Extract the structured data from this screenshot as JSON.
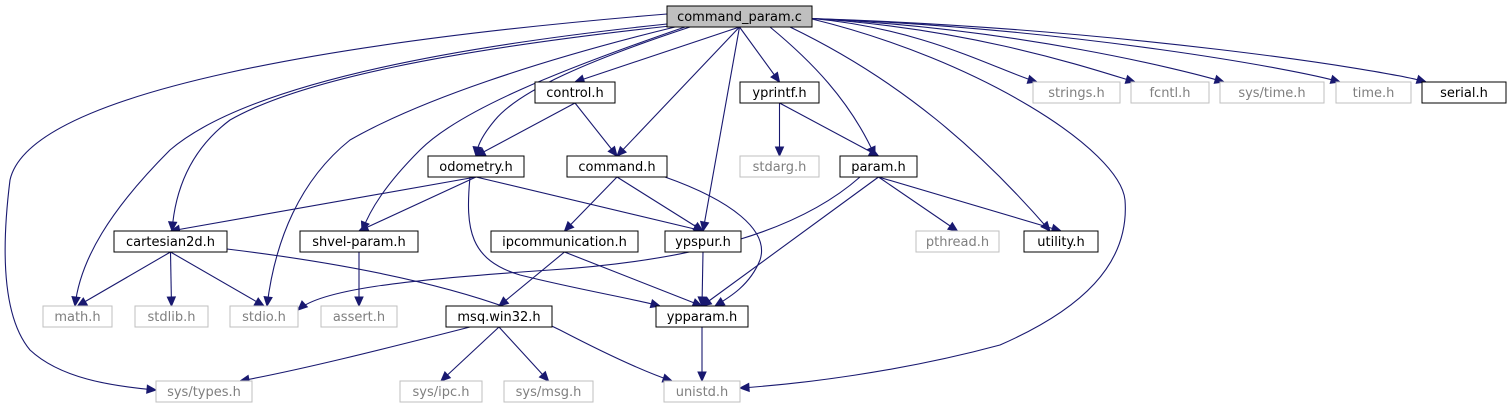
{
  "graph": {
    "nodes": [
      {
        "id": "command_param",
        "label": "command_param.c",
        "kind": "root"
      },
      {
        "id": "control",
        "label": "control.h",
        "kind": "doc"
      },
      {
        "id": "yprintf",
        "label": "yprintf.h",
        "kind": "doc"
      },
      {
        "id": "strings",
        "label": "strings.h",
        "kind": "sys"
      },
      {
        "id": "fcntl",
        "label": "fcntl.h",
        "kind": "sys"
      },
      {
        "id": "systime",
        "label": "sys/time.h",
        "kind": "sys"
      },
      {
        "id": "time",
        "label": "time.h",
        "kind": "sys"
      },
      {
        "id": "serial",
        "label": "serial.h",
        "kind": "doc"
      },
      {
        "id": "odometry",
        "label": "odometry.h",
        "kind": "doc"
      },
      {
        "id": "command",
        "label": "command.h",
        "kind": "doc"
      },
      {
        "id": "stdarg",
        "label": "stdarg.h",
        "kind": "sys"
      },
      {
        "id": "param",
        "label": "param.h",
        "kind": "doc"
      },
      {
        "id": "cartesian2d",
        "label": "cartesian2d.h",
        "kind": "doc"
      },
      {
        "id": "shvelparam",
        "label": "shvel-param.h",
        "kind": "doc"
      },
      {
        "id": "ipcommunication",
        "label": "ipcommunication.h",
        "kind": "doc"
      },
      {
        "id": "ypspur",
        "label": "ypspur.h",
        "kind": "doc"
      },
      {
        "id": "pthread",
        "label": "pthread.h",
        "kind": "sys"
      },
      {
        "id": "utility",
        "label": "utility.h",
        "kind": "doc"
      },
      {
        "id": "math",
        "label": "math.h",
        "kind": "sys"
      },
      {
        "id": "stdlib",
        "label": "stdlib.h",
        "kind": "sys"
      },
      {
        "id": "stdio",
        "label": "stdio.h",
        "kind": "sys"
      },
      {
        "id": "assert",
        "label": "assert.h",
        "kind": "sys"
      },
      {
        "id": "msqwin32",
        "label": "msq.win32.h",
        "kind": "doc"
      },
      {
        "id": "ypparam",
        "label": "ypparam.h",
        "kind": "doc"
      },
      {
        "id": "systypes",
        "label": "sys/types.h",
        "kind": "sys"
      },
      {
        "id": "sysipc",
        "label": "sys/ipc.h",
        "kind": "sys"
      },
      {
        "id": "sysmsg",
        "label": "sys/msg.h",
        "kind": "sys"
      },
      {
        "id": "unistd",
        "label": "unistd.h",
        "kind": "sys"
      }
    ],
    "edges": [
      {
        "from": "command_param",
        "to": "control"
      },
      {
        "from": "command_param",
        "to": "yprintf"
      },
      {
        "from": "command_param",
        "to": "strings"
      },
      {
        "from": "command_param",
        "to": "fcntl"
      },
      {
        "from": "command_param",
        "to": "systime"
      },
      {
        "from": "command_param",
        "to": "time"
      },
      {
        "from": "command_param",
        "to": "serial"
      },
      {
        "from": "command_param",
        "to": "odometry"
      },
      {
        "from": "command_param",
        "to": "command"
      },
      {
        "from": "command_param",
        "to": "param"
      },
      {
        "from": "command_param",
        "to": "cartesian2d"
      },
      {
        "from": "command_param",
        "to": "shvelparam"
      },
      {
        "from": "command_param",
        "to": "ypspur"
      },
      {
        "from": "command_param",
        "to": "utility"
      },
      {
        "from": "command_param",
        "to": "math"
      },
      {
        "from": "command_param",
        "to": "stdio"
      },
      {
        "from": "command_param",
        "to": "systypes"
      },
      {
        "from": "command_param",
        "to": "unistd"
      },
      {
        "from": "control",
        "to": "odometry"
      },
      {
        "from": "control",
        "to": "command"
      },
      {
        "from": "yprintf",
        "to": "stdarg"
      },
      {
        "from": "yprintf",
        "to": "param"
      },
      {
        "from": "odometry",
        "to": "cartesian2d"
      },
      {
        "from": "odometry",
        "to": "shvelparam"
      },
      {
        "from": "odometry",
        "to": "ypspur"
      },
      {
        "from": "odometry",
        "to": "ypparam"
      },
      {
        "from": "command",
        "to": "ipcommunication"
      },
      {
        "from": "command",
        "to": "ypspur"
      },
      {
        "from": "command",
        "to": "ypparam"
      },
      {
        "from": "param",
        "to": "pthread"
      },
      {
        "from": "param",
        "to": "utility"
      },
      {
        "from": "param",
        "to": "stdio"
      },
      {
        "from": "param",
        "to": "ypparam"
      },
      {
        "from": "cartesian2d",
        "to": "math"
      },
      {
        "from": "cartesian2d",
        "to": "stdlib"
      },
      {
        "from": "cartesian2d",
        "to": "stdio"
      },
      {
        "from": "cartesian2d",
        "to": "unistd"
      },
      {
        "from": "shvelparam",
        "to": "assert"
      },
      {
        "from": "ipcommunication",
        "to": "msqwin32"
      },
      {
        "from": "ipcommunication",
        "to": "ypparam"
      },
      {
        "from": "ypspur",
        "to": "ypparam"
      },
      {
        "from": "msqwin32",
        "to": "systypes"
      },
      {
        "from": "msqwin32",
        "to": "sysipc"
      },
      {
        "from": "msqwin32",
        "to": "sysmsg"
      },
      {
        "from": "ypparam",
        "to": "unistd"
      }
    ]
  }
}
